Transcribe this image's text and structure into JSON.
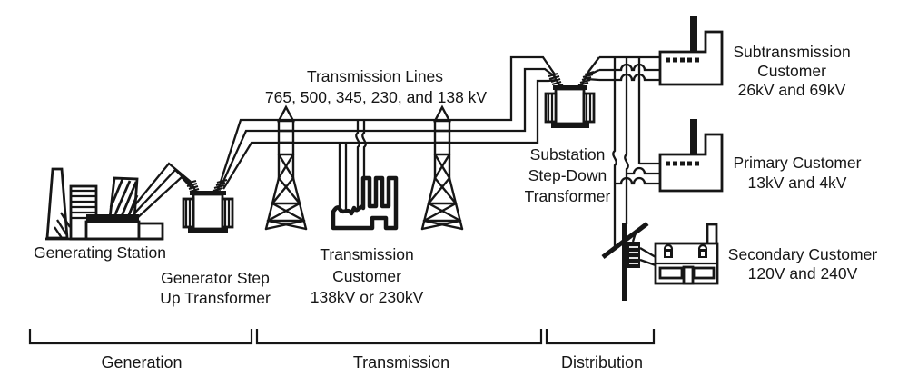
{
  "colors": {
    "ink": "#161616",
    "background": "#ffffff"
  },
  "diagram": {
    "transmission_lines_label": {
      "line1": "Transmission Lines",
      "line2": "765, 500, 345, 230, and 138 kV"
    },
    "generating_station": {
      "label": "Generating Station"
    },
    "generator_step_up": {
      "line1": "Generator Step",
      "line2": "Up Transformer"
    },
    "transmission_customer": {
      "line1": "Transmission",
      "line2": "Customer",
      "line3": "138kV or 230kV"
    },
    "substation": {
      "line1": "Substation",
      "line2": "Step-Down",
      "line3": "Transformer"
    },
    "subtransmission_customer": {
      "line1": "Subtransmission",
      "line2": "Customer",
      "line3": "26kV and 69kV"
    },
    "primary_customer": {
      "line1": "Primary Customer",
      "line2": "13kV and 4kV"
    },
    "secondary_customer": {
      "line1": "Secondary Customer",
      "line2": "120V and 240V"
    },
    "sections": {
      "generation": "Generation",
      "transmission": "Transmission",
      "distribution": "Distribution"
    }
  }
}
